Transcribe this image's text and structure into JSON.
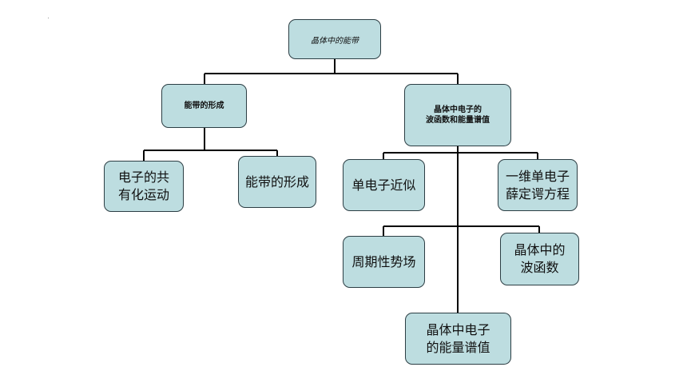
{
  "diagram": {
    "root": {
      "label": "晶体中的能带"
    },
    "level1": [
      {
        "label": "能带的形成"
      },
      {
        "label": "晶体中电子的\n波函数和能量谱值"
      }
    ],
    "left_children": [
      {
        "label": "电子的共\n有化运动"
      },
      {
        "label": "能带的形成"
      }
    ],
    "right_children": [
      {
        "label": "单电子近似"
      },
      {
        "label": "一维单电子\n薛定谔方程"
      },
      {
        "label": "周期性势场"
      },
      {
        "label": "晶体中的\n波函数"
      },
      {
        "label": "晶体中电子\n的能量谱值"
      }
    ]
  },
  "colors": {
    "node_fill": "#bddde0",
    "node_border": "#2c3e44",
    "connector": "#000000"
  }
}
